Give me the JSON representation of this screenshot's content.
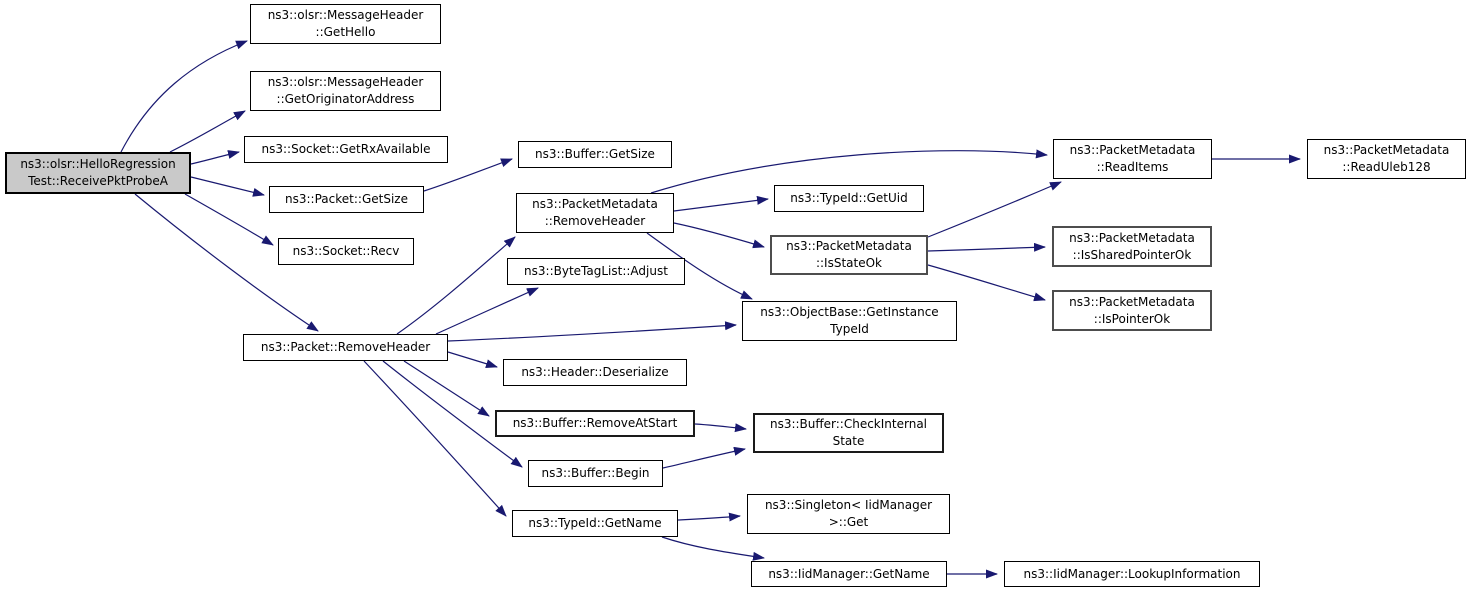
{
  "diagram": {
    "kind": "doxygen-call-graph",
    "colors": {
      "edge": "#191970",
      "root_fill": "#c9c9c9",
      "node_fill": "#ffffff",
      "node_border": "#000000",
      "truncated_node_border": "#4d4d4d",
      "text": "#000000"
    },
    "nodes": {
      "root": {
        "label": "ns3::olsr::HelloRegression\nTest::ReceivePktProbeA"
      },
      "get_hello": {
        "label": "ns3::olsr::MessageHeader\n::GetHello"
      },
      "get_originator_address": {
        "label": "ns3::olsr::MessageHeader\n::GetOriginatorAddress"
      },
      "socket_get_rx_available": {
        "label": "ns3::Socket::GetRxAvailable"
      },
      "packet_get_size": {
        "label": "ns3::Packet::GetSize"
      },
      "socket_recv": {
        "label": "ns3::Socket::Recv"
      },
      "packet_remove_header": {
        "label": "ns3::Packet::RemoveHeader"
      },
      "buffer_get_size": {
        "label": "ns3::Buffer::GetSize"
      },
      "pm_remove_header": {
        "label": "ns3::PacketMetadata\n::RemoveHeader"
      },
      "byte_tag_list_adjust": {
        "label": "ns3::ByteTagList::Adjust"
      },
      "object_base_get_instance_type_id": {
        "label": "ns3::ObjectBase::GetInstance\nTypeId"
      },
      "header_deserialize": {
        "label": "ns3::Header::Deserialize"
      },
      "buffer_remove_at_start": {
        "label": "ns3::Buffer::RemoveAtStart"
      },
      "buffer_begin": {
        "label": "ns3::Buffer::Begin"
      },
      "type_id_get_name": {
        "label": "ns3::TypeId::GetName"
      },
      "type_id_get_uid": {
        "label": "ns3::TypeId::GetUid"
      },
      "pm_is_state_ok": {
        "label": "ns3::PacketMetadata\n::IsStateOk"
      },
      "buffer_check_internal_state": {
        "label": "ns3::Buffer::CheckInternal\nState"
      },
      "singleton_get": {
        "label": "ns3::Singleton< IidManager\n>::Get"
      },
      "iid_manager_get_name": {
        "label": "ns3::IidManager::GetName"
      },
      "pm_read_items": {
        "label": "ns3::PacketMetadata\n::ReadItems"
      },
      "pm_is_shared_pointer_ok": {
        "label": "ns3::PacketMetadata\n::IsSharedPointerOk"
      },
      "pm_is_pointer_ok": {
        "label": "ns3::PacketMetadata\n::IsPointerOk"
      },
      "iid_manager_lookup_information": {
        "label": "ns3::IidManager::LookupInformation"
      },
      "pm_read_uleb128": {
        "label": "ns3::PacketMetadata\n::ReadUleb128"
      }
    },
    "edges": [
      {
        "from": "root",
        "to": "get_hello"
      },
      {
        "from": "root",
        "to": "get_originator_address"
      },
      {
        "from": "root",
        "to": "socket_get_rx_available"
      },
      {
        "from": "root",
        "to": "packet_get_size"
      },
      {
        "from": "root",
        "to": "socket_recv"
      },
      {
        "from": "root",
        "to": "packet_remove_header"
      },
      {
        "from": "packet_get_size",
        "to": "buffer_get_size"
      },
      {
        "from": "packet_remove_header",
        "to": "pm_remove_header"
      },
      {
        "from": "packet_remove_header",
        "to": "byte_tag_list_adjust"
      },
      {
        "from": "packet_remove_header",
        "to": "object_base_get_instance_type_id"
      },
      {
        "from": "packet_remove_header",
        "to": "header_deserialize"
      },
      {
        "from": "packet_remove_header",
        "to": "buffer_remove_at_start"
      },
      {
        "from": "packet_remove_header",
        "to": "buffer_begin"
      },
      {
        "from": "packet_remove_header",
        "to": "type_id_get_name"
      },
      {
        "from": "pm_remove_header",
        "to": "pm_read_items"
      },
      {
        "from": "pm_remove_header",
        "to": "type_id_get_uid"
      },
      {
        "from": "pm_remove_header",
        "to": "pm_is_state_ok"
      },
      {
        "from": "pm_remove_header",
        "to": "object_base_get_instance_type_id"
      },
      {
        "from": "pm_is_state_ok",
        "to": "pm_read_items"
      },
      {
        "from": "pm_is_state_ok",
        "to": "pm_is_shared_pointer_ok"
      },
      {
        "from": "pm_is_state_ok",
        "to": "pm_is_pointer_ok"
      },
      {
        "from": "pm_read_items",
        "to": "pm_read_uleb128"
      },
      {
        "from": "buffer_remove_at_start",
        "to": "buffer_check_internal_state"
      },
      {
        "from": "buffer_begin",
        "to": "buffer_check_internal_state"
      },
      {
        "from": "type_id_get_name",
        "to": "singleton_get"
      },
      {
        "from": "type_id_get_name",
        "to": "iid_manager_get_name"
      },
      {
        "from": "iid_manager_get_name",
        "to": "iid_manager_lookup_information"
      }
    ]
  }
}
